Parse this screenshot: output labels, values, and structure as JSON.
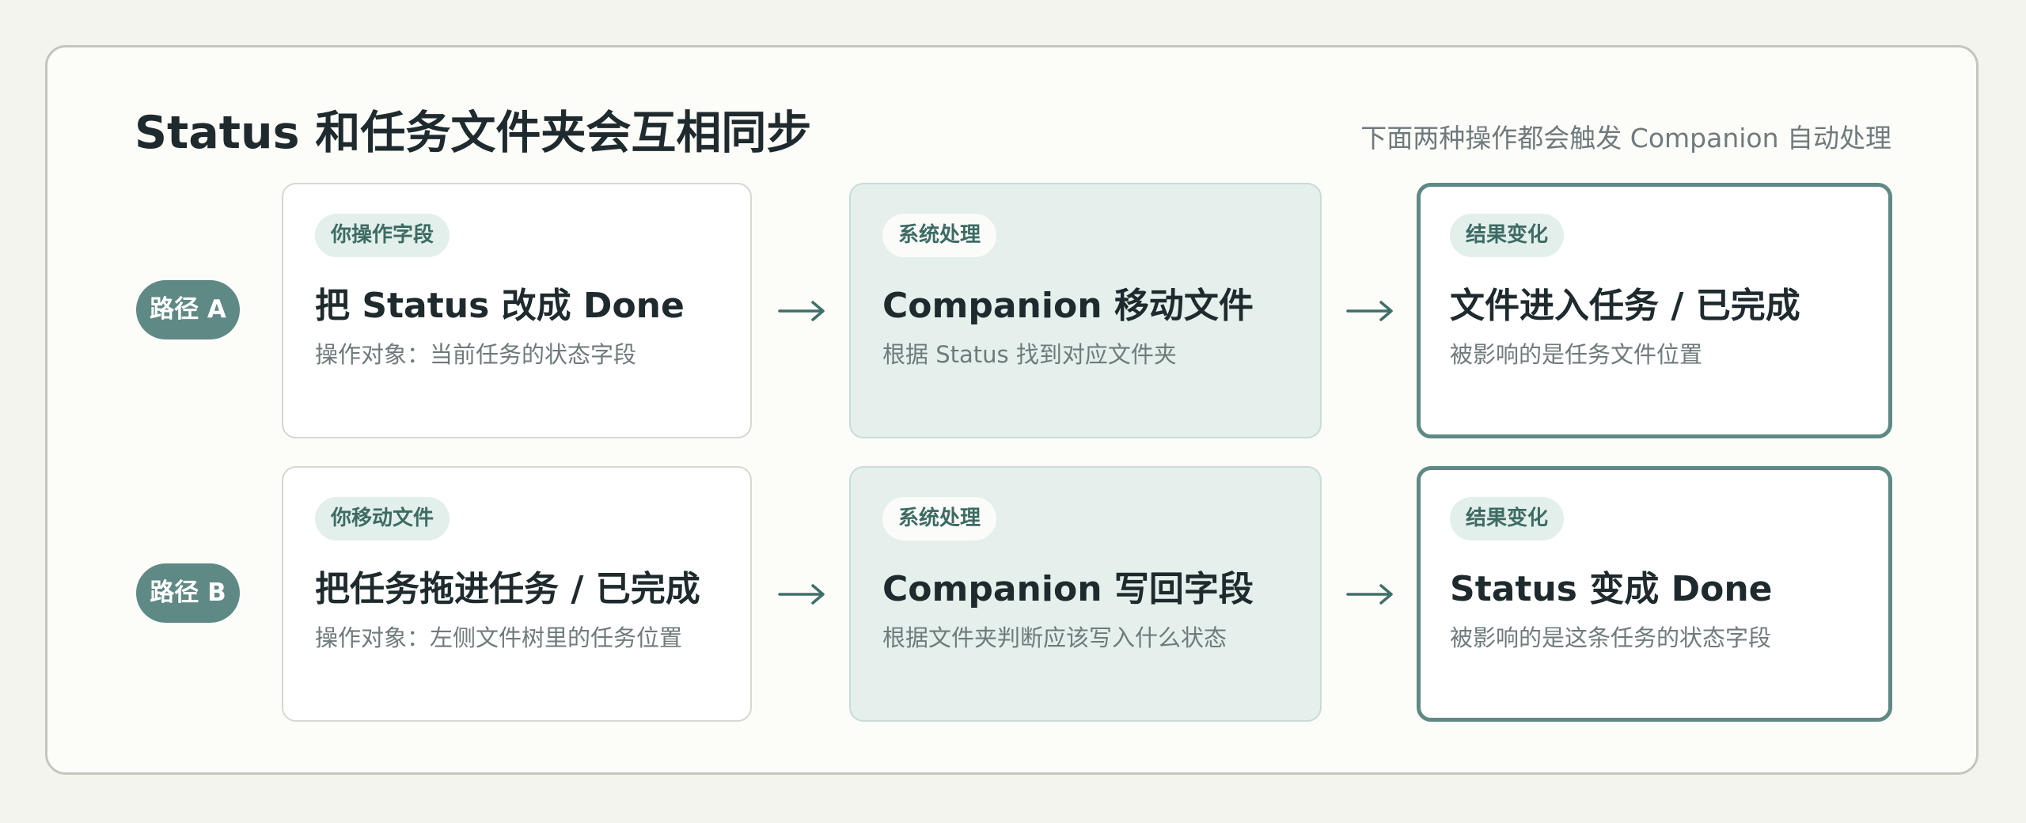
{
  "header": {
    "title": "Status 和任务文件夹会互相同步",
    "subtitle": "下面两种操作都会触发 Companion 自动处理"
  },
  "paths": [
    {
      "label": "路径 A",
      "user_card": {
        "tag": "你操作字段",
        "title": "把 Status 改成 Done",
        "desc": "操作对象：当前任务的状态字段"
      },
      "system_card": {
        "tag": "系统处理",
        "title": "Companion 移动文件",
        "desc": "根据 Status 找到对应文件夹"
      },
      "result_card": {
        "tag": "结果变化",
        "title": "文件进入任务 / 已完成",
        "desc": "被影响的是任务文件位置"
      }
    },
    {
      "label": "路径 B",
      "user_card": {
        "tag": "你移动文件",
        "title": "把任务拖进任务 / 已完成",
        "desc": "操作对象：左侧文件树里的任务位置"
      },
      "system_card": {
        "tag": "系统处理",
        "title": "Companion 写回字段",
        "desc": "根据文件夹判断应该写入什么状态"
      },
      "result_card": {
        "tag": "结果变化",
        "title": "Status 变成 Done",
        "desc": "被影响的是这条任务的状态字段"
      }
    }
  ],
  "colors": {
    "accent": "#5f8985",
    "system_fill": "#e5efeb",
    "panel_bg": "#fcfcf9",
    "page_bg": "#f4f4ef"
  },
  "icons": {
    "connector": "arrow-right-icon"
  }
}
